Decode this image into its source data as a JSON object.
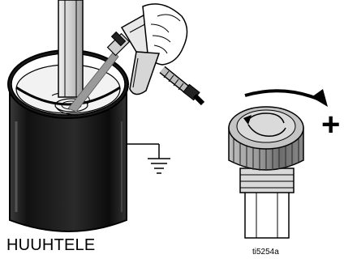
{
  "caption": "HUUHTELE",
  "figure_ref": "ti5254a",
  "rotation_direction_symbol": "+",
  "icons": [
    "flush-container",
    "spray-gun",
    "ground-symbol",
    "filter-cap",
    "tighten-arrow"
  ],
  "colors": {
    "ink": "#000000",
    "container_dark": "#1e1e1e",
    "liquid": "#f2f2f2"
  }
}
